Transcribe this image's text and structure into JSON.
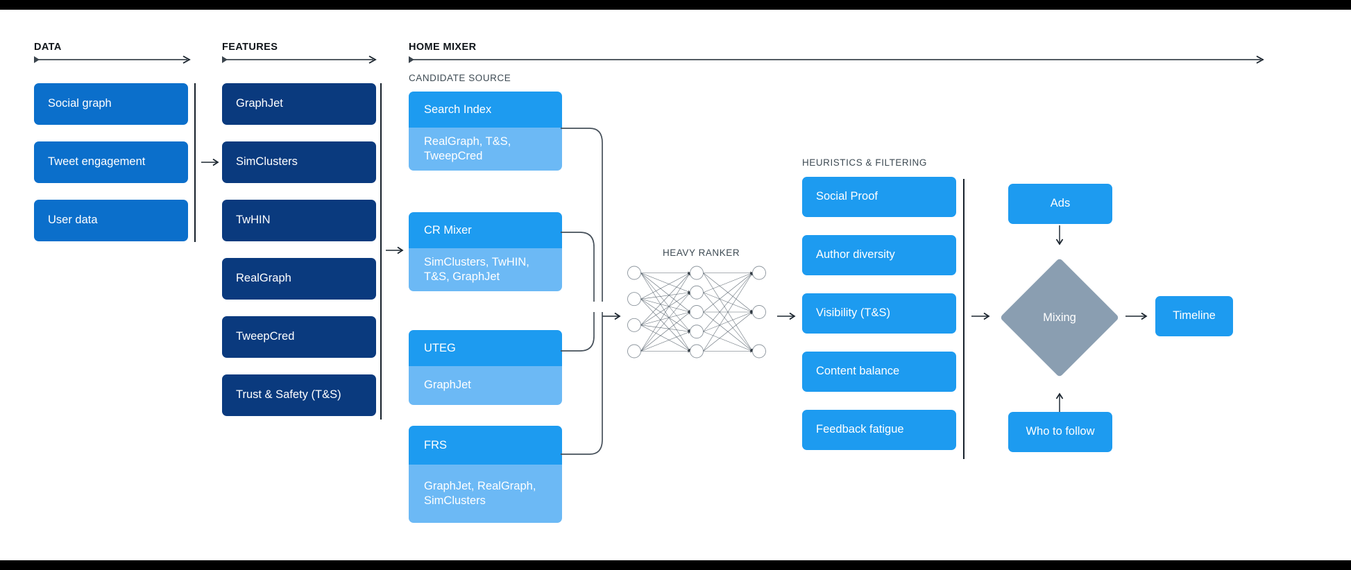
{
  "sections": {
    "data": {
      "label": "DATA"
    },
    "features": {
      "label": "FEATURES"
    },
    "home_mixer": {
      "label": "HOME MIXER"
    },
    "candidate_source": {
      "label": "CANDIDATE SOURCE"
    },
    "heavy_ranker": {
      "label": "HEAVY RANKER"
    },
    "heuristics": {
      "label": "HEURISTICS & FILTERING"
    }
  },
  "data_boxes": [
    {
      "label": "Social graph"
    },
    {
      "label": "Tweet engagement"
    },
    {
      "label": "User data"
    }
  ],
  "feature_boxes": [
    {
      "label": "GraphJet"
    },
    {
      "label": "SimClusters"
    },
    {
      "label": "TwHIN"
    },
    {
      "label": "RealGraph"
    },
    {
      "label": "TweepCred"
    },
    {
      "label": "Trust & Safety (T&S)"
    }
  ],
  "candidate_sources": [
    {
      "title": "Search Index",
      "features": "RealGraph, T&S,\nTweepCred"
    },
    {
      "title": "CR Mixer",
      "features": "SimClusters, TwHIN,\nT&S, GraphJet"
    },
    {
      "title": "UTEG",
      "features": "GraphJet"
    },
    {
      "title": "FRS",
      "features": "GraphJet, RealGraph,\nSimClusters"
    }
  ],
  "heuristic_boxes": [
    {
      "label": "Social Proof"
    },
    {
      "label": "Author diversity"
    },
    {
      "label": "Visibility (T&S)"
    },
    {
      "label": "Content balance"
    },
    {
      "label": "Feedback fatigue"
    }
  ],
  "mixing": {
    "ads_label": "Ads",
    "diamond_label": "Mixing",
    "who_to_follow_label": "Who to follow",
    "timeline_label": "Timeline"
  },
  "neural_net": {
    "input_nodes": 4,
    "hidden_nodes": 5,
    "output_nodes": 3
  },
  "colors": {
    "data_blue": "#0b6fcb",
    "feature_navy": "#0a3a7e",
    "twitter_blue": "#1d9bf0",
    "light_blue": "#6cb9f5",
    "diamond_gray": "#8a9eb1",
    "line_gray": "#46505a",
    "bar_black": "#000000"
  }
}
